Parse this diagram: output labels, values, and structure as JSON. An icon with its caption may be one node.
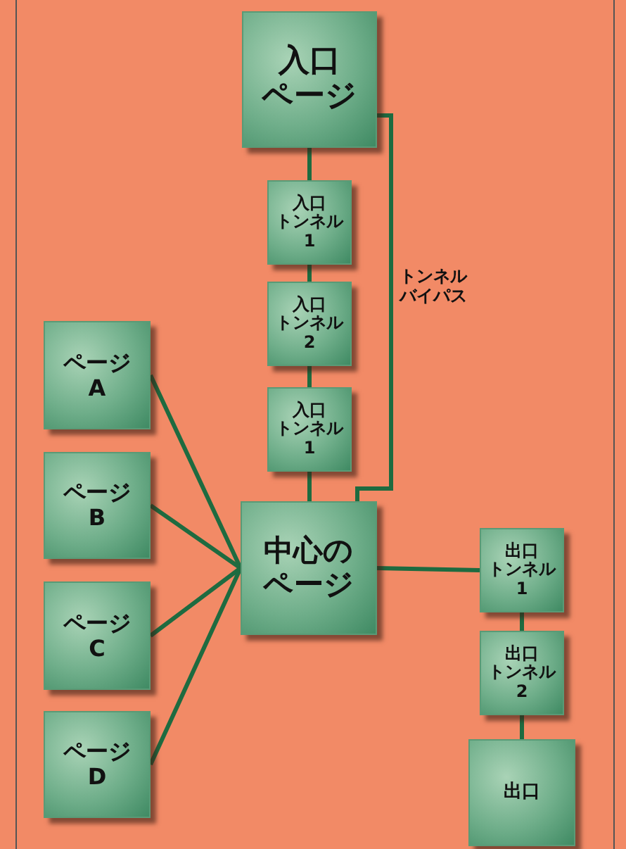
{
  "diagram": {
    "nodes": [
      {
        "text": [
          "入口ページ"
        ]
      },
      {
        "text": [
          "入口トンネル1"
        ]
      },
      {
        "text": [
          "入口トンネル2"
        ]
      },
      {
        "text": [
          "入口トンネル1"
        ]
      },
      {
        "text": [
          "中心のページ"
        ]
      },
      {
        "text": [
          "ページA"
        ]
      },
      {
        "text": [
          "ページB"
        ]
      },
      {
        "text": [
          "ページC"
        ]
      },
      {
        "text": [
          "ページD"
        ]
      },
      {
        "text": [
          "出口トンネル1"
        ]
      },
      {
        "text": [
          "出口トンネル2"
        ]
      },
      {
        "text": [
          "出口"
        ]
      }
    ],
    "edges": [
      {
        "from": 0,
        "to": 1,
        "arrow": "none"
      },
      {
        "from": 1,
        "to": 2,
        "arrow": "none"
      },
      {
        "from": 2,
        "to": 3,
        "arrow": "none"
      },
      {
        "from": 3,
        "to": 4,
        "arrow": "none"
      },
      {
        "from": 0,
        "to": 4,
        "arrow": "none",
        "label": "トンネルバイパス"
      },
      {
        "from": 5,
        "to": 4,
        "arrow": "none"
      },
      {
        "from": 6,
        "to": 4,
        "arrow": "none"
      },
      {
        "from": 7,
        "to": 4,
        "arrow": "none"
      },
      {
        "from": 8,
        "to": 4,
        "arrow": "none"
      },
      {
        "from": 4,
        "to": 9,
        "arrow": "none"
      },
      {
        "from": 9,
        "to": 10,
        "arrow": "none"
      },
      {
        "from": 10,
        "to": 11,
        "arrow": "none"
      }
    ]
  }
}
